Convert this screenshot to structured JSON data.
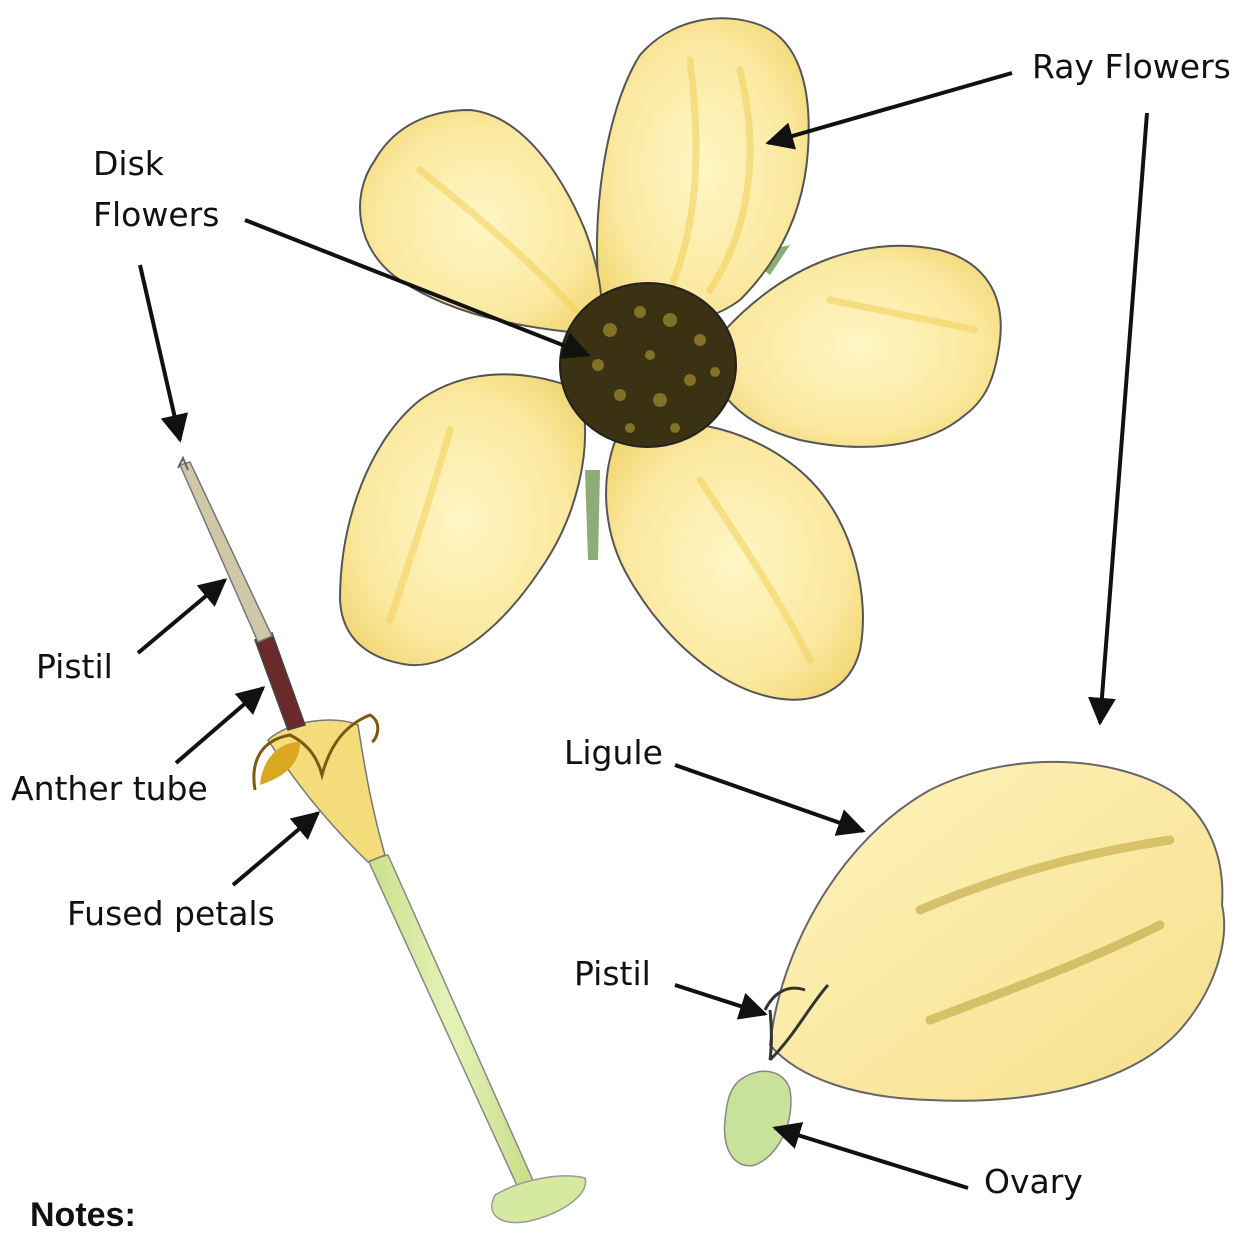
{
  "labels": {
    "ray_flowers": "Ray Flowers",
    "disk_flowers_line1": "Disk",
    "disk_flowers_line2": "Flowers",
    "pistil_left": "Pistil",
    "anther_tube": "Anther tube",
    "fused_petals": "Fused petals",
    "ligule": "Ligule",
    "pistil_right": "Pistil",
    "ovary": "Ovary"
  },
  "notes_heading": "Notes:",
  "colors": {
    "petal_fill": "#fbeeaa",
    "petal_highlight": "#f7dc66",
    "petal_shade": "#e9c25a",
    "disk_center": "#3a3212",
    "disk_speckle": "#8a7a2a",
    "stem_green": "#d6e9a0",
    "anther_red": "#6b2a2a",
    "ovary_green": "#c8e29a",
    "arrow": "#111111",
    "outline": "#555555"
  }
}
